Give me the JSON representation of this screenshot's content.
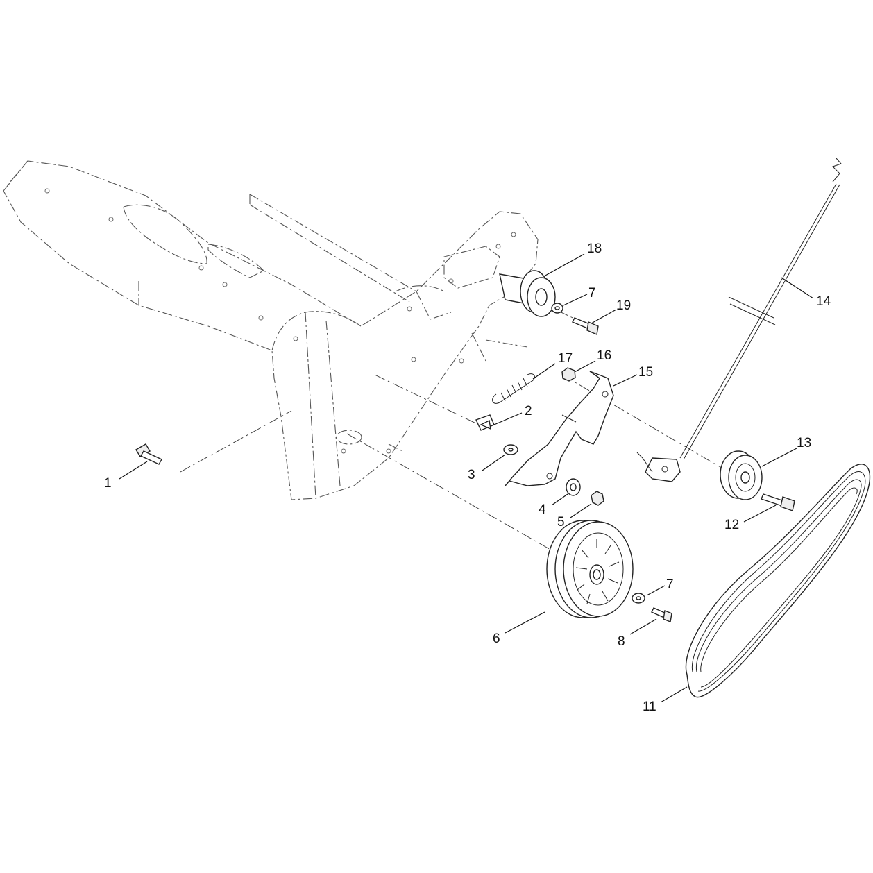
{
  "callouts": [
    {
      "id": "c1",
      "text": "1"
    },
    {
      "id": "c2",
      "text": "2"
    },
    {
      "id": "c3",
      "text": "3"
    },
    {
      "id": "c4",
      "text": "4"
    },
    {
      "id": "c5",
      "text": "5"
    },
    {
      "id": "c6",
      "text": "6"
    },
    {
      "id": "c7a",
      "text": "7"
    },
    {
      "id": "c7b",
      "text": "7"
    },
    {
      "id": "c8",
      "text": "8"
    },
    {
      "id": "c11",
      "text": "11"
    },
    {
      "id": "c12",
      "text": "12"
    },
    {
      "id": "c13",
      "text": "13"
    },
    {
      "id": "c14",
      "text": "14"
    },
    {
      "id": "c15",
      "text": "15"
    },
    {
      "id": "c16",
      "text": "16"
    },
    {
      "id": "c17",
      "text": "17"
    },
    {
      "id": "c18",
      "text": "18"
    },
    {
      "id": "c19",
      "text": "19"
    }
  ]
}
